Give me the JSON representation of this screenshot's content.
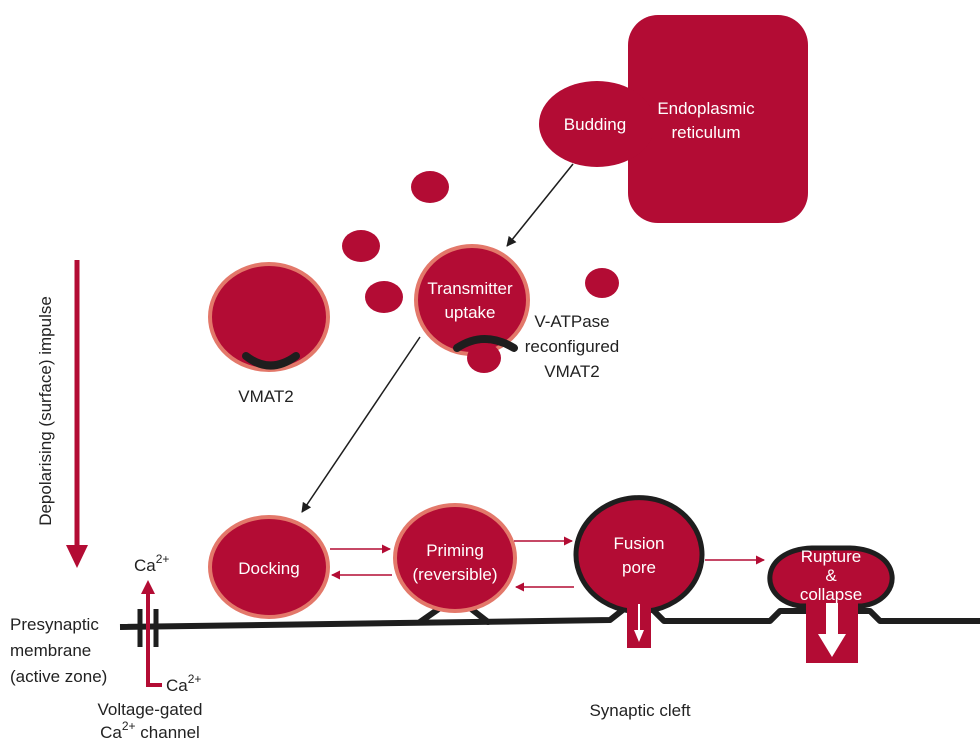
{
  "colors": {
    "vesicle_fill": "#b30c34",
    "vesicle_rim": "#e3786a",
    "membrane": "#1e1e1e",
    "arrow": "#b30c34",
    "text_dark": "#222222",
    "text_light": "#ffffff",
    "background": "#ffffff"
  },
  "er": {
    "line1": "Endoplasmic",
    "line2": "reticulum"
  },
  "budding": {
    "label": "Budding"
  },
  "uptake": {
    "line1": "Transmitter",
    "line2": "uptake"
  },
  "vatpase": {
    "line1": "V-ATPase",
    "line2": "reconfigured",
    "line3": "VMAT2"
  },
  "vmat2": {
    "label": "VMAT2"
  },
  "impulse": {
    "label": "Depolarising (surface) impulse"
  },
  "docking": {
    "label": "Docking"
  },
  "priming": {
    "line1": "Priming",
    "line2": "(reversible)"
  },
  "fusion": {
    "line1": "Fusion",
    "line2": "pore"
  },
  "rupture": {
    "line1": "Rupture",
    "line2": "&",
    "line3": "collapse"
  },
  "calcium": {
    "ion_base": "Ca",
    "ion_sup": "2+",
    "channel_line1": "Voltage-gated",
    "channel_line2_base": "Ca",
    "channel_line2_sup": "2+",
    "channel_line2_rest": " channel"
  },
  "membrane": {
    "line1": "Presynaptic",
    "line2": "membrane",
    "line3": "(active zone)"
  },
  "cleft": {
    "label": "Synaptic cleft"
  }
}
